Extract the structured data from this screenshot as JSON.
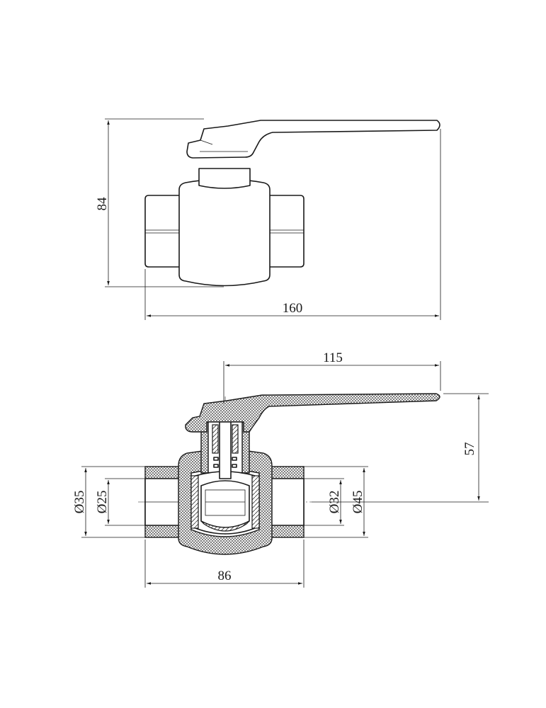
{
  "dimensions": {
    "top_view": {
      "height": "84",
      "length": "160"
    },
    "section_view": {
      "handle_reach": "115",
      "stem_height": "57",
      "outer_diameter_left": "Ø35",
      "inner_diameter_left": "Ø25",
      "inner_diameter_right": "Ø32",
      "outer_diameter_right": "Ø45",
      "body_length": "86"
    }
  },
  "colors": {
    "line": "#1a1a1a",
    "background": "#ffffff"
  }
}
